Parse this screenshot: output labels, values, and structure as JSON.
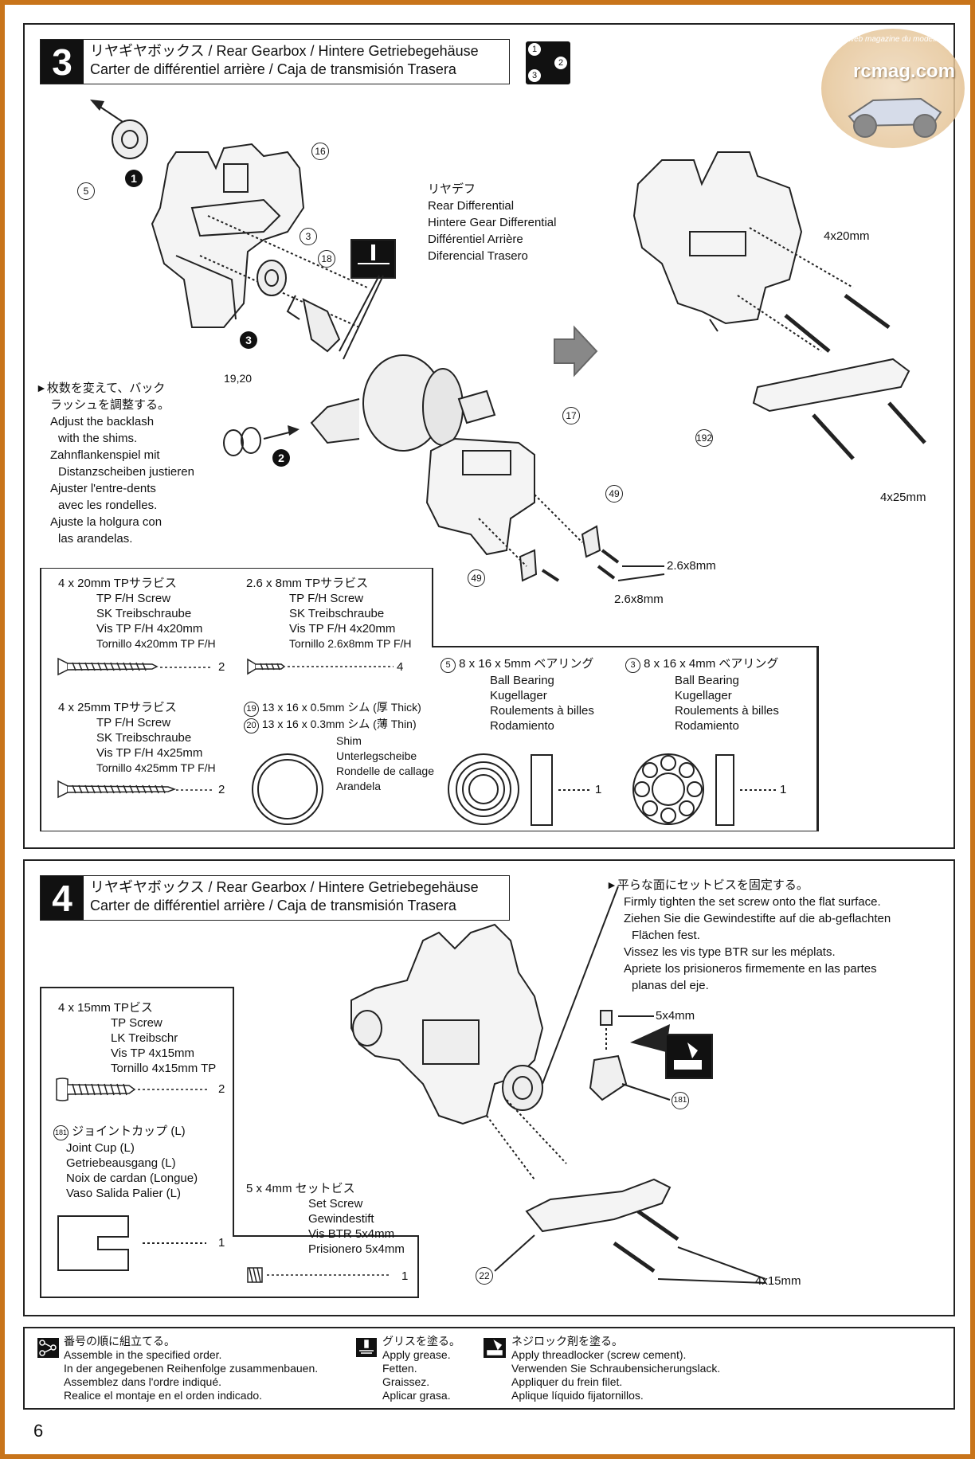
{
  "watermark": {
    "brand": "rcmag.com",
    "tagline": "Le web magazine du modélisme"
  },
  "step3": {
    "number": "3",
    "title_line1": "リヤギヤボックス / Rear Gearbox / Hintere Getriebegehäuse",
    "title_line2": "Carter de différentiel arrière / Caja de transmisión Trasera",
    "order_icon": [
      "1",
      "2",
      "3"
    ],
    "rear_diff_label": [
      "リヤデフ",
      "Rear Differential",
      "Hintere Gear Differential",
      "Différentiel Arrière",
      "Diferencial Trasero"
    ],
    "backlash_note": [
      "枚数を変えて、バック",
      "ラッシュを調整する。",
      "Adjust the backlash",
      "with the shims.",
      "Zahnflankenspiel mit",
      "Distanzscheiben justieren",
      "Ajuster l'entre-dents",
      "avec les rondelles.",
      "Ajuste la holgura con",
      "las arandelas."
    ],
    "callouts": {
      "p5": "5",
      "p16": "16",
      "p3": "3",
      "p18": "18",
      "p19_20": "19,20",
      "p17": "17",
      "p49a": "49",
      "p49b": "49",
      "p192": "192",
      "seq1": "1",
      "seq2": "2",
      "seq3": "3",
      "screw_4x20": "4x20mm",
      "screw_4x25": "4x25mm",
      "screw_26a": "2.6x8mm",
      "screw_26b": "2.6x8mm"
    },
    "parts": {
      "screw_4x20": {
        "lines": [
          "4 x 20mm  TPサラビス",
          "TP F/H Screw",
          "SK Treibschraube",
          "Vis TP F/H 4x20mm",
          "Tornillo 4x20mm TP F/H"
        ],
        "qty": "2"
      },
      "screw_26x8": {
        "lines": [
          "2.6 x 8mm  TPサラビス",
          "TP F/H Screw",
          "SK Treibschraube",
          "Vis TP F/H 4x20mm",
          "Tornillo 2.6x8mm TP F/H"
        ],
        "qty": "4"
      },
      "screw_4x25": {
        "lines": [
          "4 x 25mm  TPサラビス",
          "TP F/H Screw",
          "SK Treibschraube",
          "Vis TP F/H 4x25mm",
          "Tornillo 4x25mm TP F/H"
        ],
        "qty": "2"
      },
      "shim": {
        "num1": "19",
        "line1": "13 x 16 x 0.5mm シム (厚 Thick)",
        "num2": "20",
        "line2": "13 x 16 x 0.3mm シム (薄 Thin)",
        "names": [
          "Shim",
          "Unterlegscheibe",
          "Rondelle de callage",
          "Arandela"
        ]
      },
      "bearing_5": {
        "num": "5",
        "head": "8 x 16 x 5mm  ベアリング",
        "names": [
          "Ball Bearing",
          "Kugellager",
          "Roulements à billes",
          "Rodamiento"
        ],
        "qty": "1"
      },
      "bearing_3": {
        "num": "3",
        "head": "8 x 16 x 4mm  ベアリング",
        "names": [
          "Ball Bearing",
          "Kugellager",
          "Roulements à billes",
          "Rodamiento"
        ],
        "qty": "1"
      }
    }
  },
  "step4": {
    "number": "4",
    "title_line1": "リヤギヤボックス / Rear Gearbox / Hintere Getriebegehäuse",
    "title_line2": "Carter de différentiel arrière / Caja de transmisión Trasera",
    "set_screw_note": [
      "平らな面にセットビスを固定する。",
      "Firmly tighten the set screw onto the flat surface.",
      "Ziehen Sie die Gewindestifte auf die ab-geflachten",
      "Flächen fest.",
      "Vissez les vis type BTR sur les méplats.",
      "Apriete los prisioneros firmemente en las partes",
      "planas del eje."
    ],
    "callouts": {
      "screw_5x4": "5x4mm",
      "p181": "181",
      "p22": "22",
      "screw_4x15": "4x15mm"
    },
    "parts": {
      "screw_4x15": {
        "lines": [
          "4 x 15mm  TPビス",
          "TP Screw",
          "LK Treibschr",
          "Vis TP 4x15mm",
          "Tornillo 4x15mm TP"
        ],
        "qty": "2"
      },
      "joint_cup": {
        "num": "181",
        "lines": [
          "ジョイントカップ (L)",
          "Joint Cup (L)",
          "Getriebeausgang (L)",
          "Noix de cardan (Longue)",
          "Vaso Salida Palier (L)"
        ],
        "qty": "1"
      },
      "set_screw": {
        "lines": [
          "5 x 4mm  セットビス",
          "Set Screw",
          "Gewindestift",
          "Vis BTR 5x4mm",
          "Prisionero 5x4mm"
        ],
        "qty": "1"
      }
    }
  },
  "legend": {
    "order": [
      "番号の順に組立てる。",
      "Assemble in the specified order.",
      "In der angegebenen Reihenfolge zusammenbauen.",
      "Assemblez dans l'ordre indiqué.",
      "Realice el montaje en el orden indicado."
    ],
    "grease": [
      "グリスを塗る。",
      "Apply grease.",
      "Fetten.",
      "Graissez.",
      "Aplicar grasa."
    ],
    "threadlocker": [
      "ネジロック剤を塗る。",
      "Apply threadlocker (screw cement).",
      "Verwenden Sie Schraubensicherungslack.",
      "Appliquer du frein filet.",
      "Aplique líquido fijatornillos."
    ]
  },
  "page_number": "6"
}
